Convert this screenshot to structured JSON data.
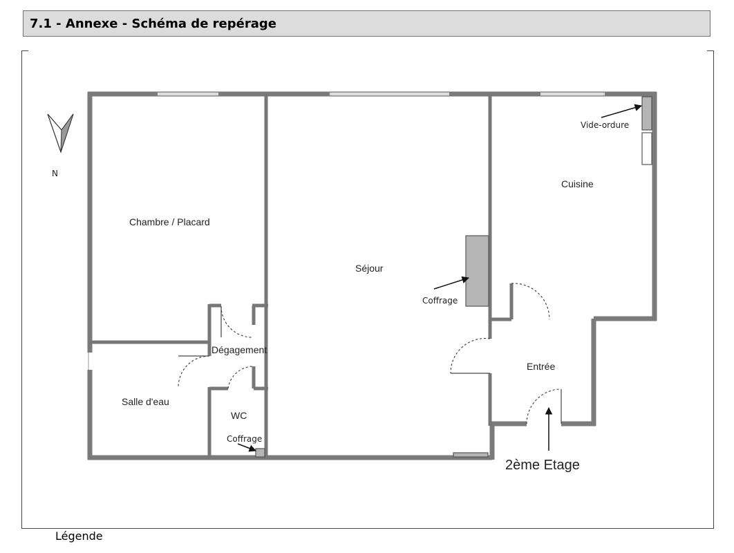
{
  "header": {
    "title": "7.1 - Annexe - Schéma de repérage"
  },
  "compass": {
    "label": "N"
  },
  "rooms": {
    "chambre": "Chambre / Placard",
    "sejour": "Séjour",
    "cuisine": "Cuisine",
    "degagement": "Dégagement",
    "salle_eau": "Salle d'eau",
    "wc": "WC",
    "entree": "Entrée"
  },
  "annotations": {
    "vide_ordure": "Vide-ordure",
    "coffrage_sejour": "Coffrage",
    "coffrage_wc": "Coffrage",
    "floor": "2ème Etage"
  },
  "legend": {
    "label": "Légende"
  },
  "colors": {
    "header_bg": "#dcdcdc",
    "wall": "#7a7a7a",
    "coffrage": "#b5b5b5"
  }
}
